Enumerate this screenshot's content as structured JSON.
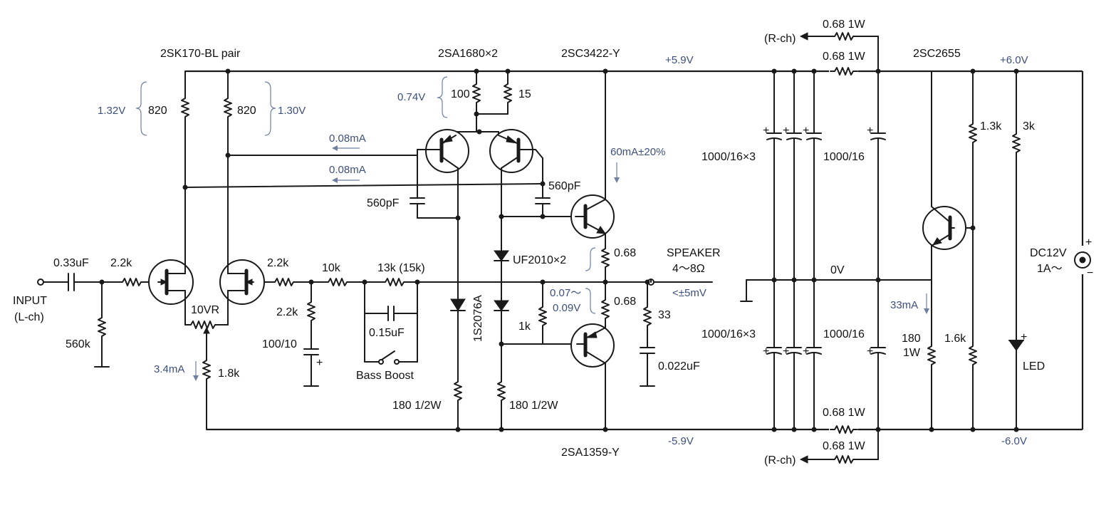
{
  "colors": {
    "wire": "#1a1a1a",
    "annotation": "#3d4f7c",
    "background": "#ffffff"
  },
  "labels": {
    "jfet_pair": "2SK170-BL pair",
    "pnp_pair": "2SA1680×2",
    "npn_out": "2SC3422-Y",
    "pnp_out": "2SA1359-Y",
    "reg_tr": "2SC2655",
    "r820_a": "820",
    "r820_b": "820",
    "r100": "100",
    "r15": "15",
    "c033": "0.33uF",
    "r22k_a": "2.2k",
    "r22k_b": "2.2k",
    "r22k_c": "2.2k",
    "r10k": "10k",
    "r13k": "13k (15k)",
    "r560k": "560k",
    "input": "INPUT",
    "input_ch": "(L-ch)",
    "vr": "10VR",
    "r18k": "1.8k",
    "c100_10": "100/10",
    "c015": "0.15uF",
    "bass": "Bass Boost",
    "c560_a": "560pF",
    "c560_b": "560pF",
    "d_uf": "UF2010×2",
    "d_1s": "1S2076A",
    "r1k": "1k",
    "r180_a": "180 1/2W",
    "r180_b": "180 1/2W",
    "r068_a": "0.68",
    "r068_b": "0.68",
    "speaker": "SPEAKER",
    "speaker_imp": "4～8Ω",
    "r33": "33",
    "c0022": "0.022uF",
    "cap_a": "1000/16×3",
    "cap_b": "1000/16",
    "cap_c": "1000/16×3",
    "cap_d": "1000/16",
    "r068_1w_a": "0.68 1W",
    "r068_1w_b": "0.68 1W",
    "r068_1w_c": "0.68 1W",
    "r068_1w_d": "0.68 1W",
    "rch_top": "(R-ch)",
    "rch_bot": "(R-ch)",
    "r13k_reg": "1.3k",
    "r3k": "3k",
    "r16k": "1.6k",
    "r180_1w": "180",
    "r180_1w_w": "1W",
    "led": "LED",
    "dc": "DC12V",
    "dc_a": "1A～",
    "plus_sign": "+",
    "minus_sign": "−",
    "zero_v": "0V"
  },
  "annotations": {
    "v132": "1.32V",
    "v130": "1.30V",
    "v074": "0.74V",
    "i008_a": "0.08mA",
    "i008_b": "0.08mA",
    "i60": "60mA±20%",
    "i34": "3.4mA",
    "v007": "0.07～",
    "v009": "0.09V",
    "v5mv": "<±5mV",
    "v59p": "+5.9V",
    "v59n": "-5.9V",
    "v60p": "+6.0V",
    "v60n": "-6.0V",
    "i33": "33mA"
  }
}
